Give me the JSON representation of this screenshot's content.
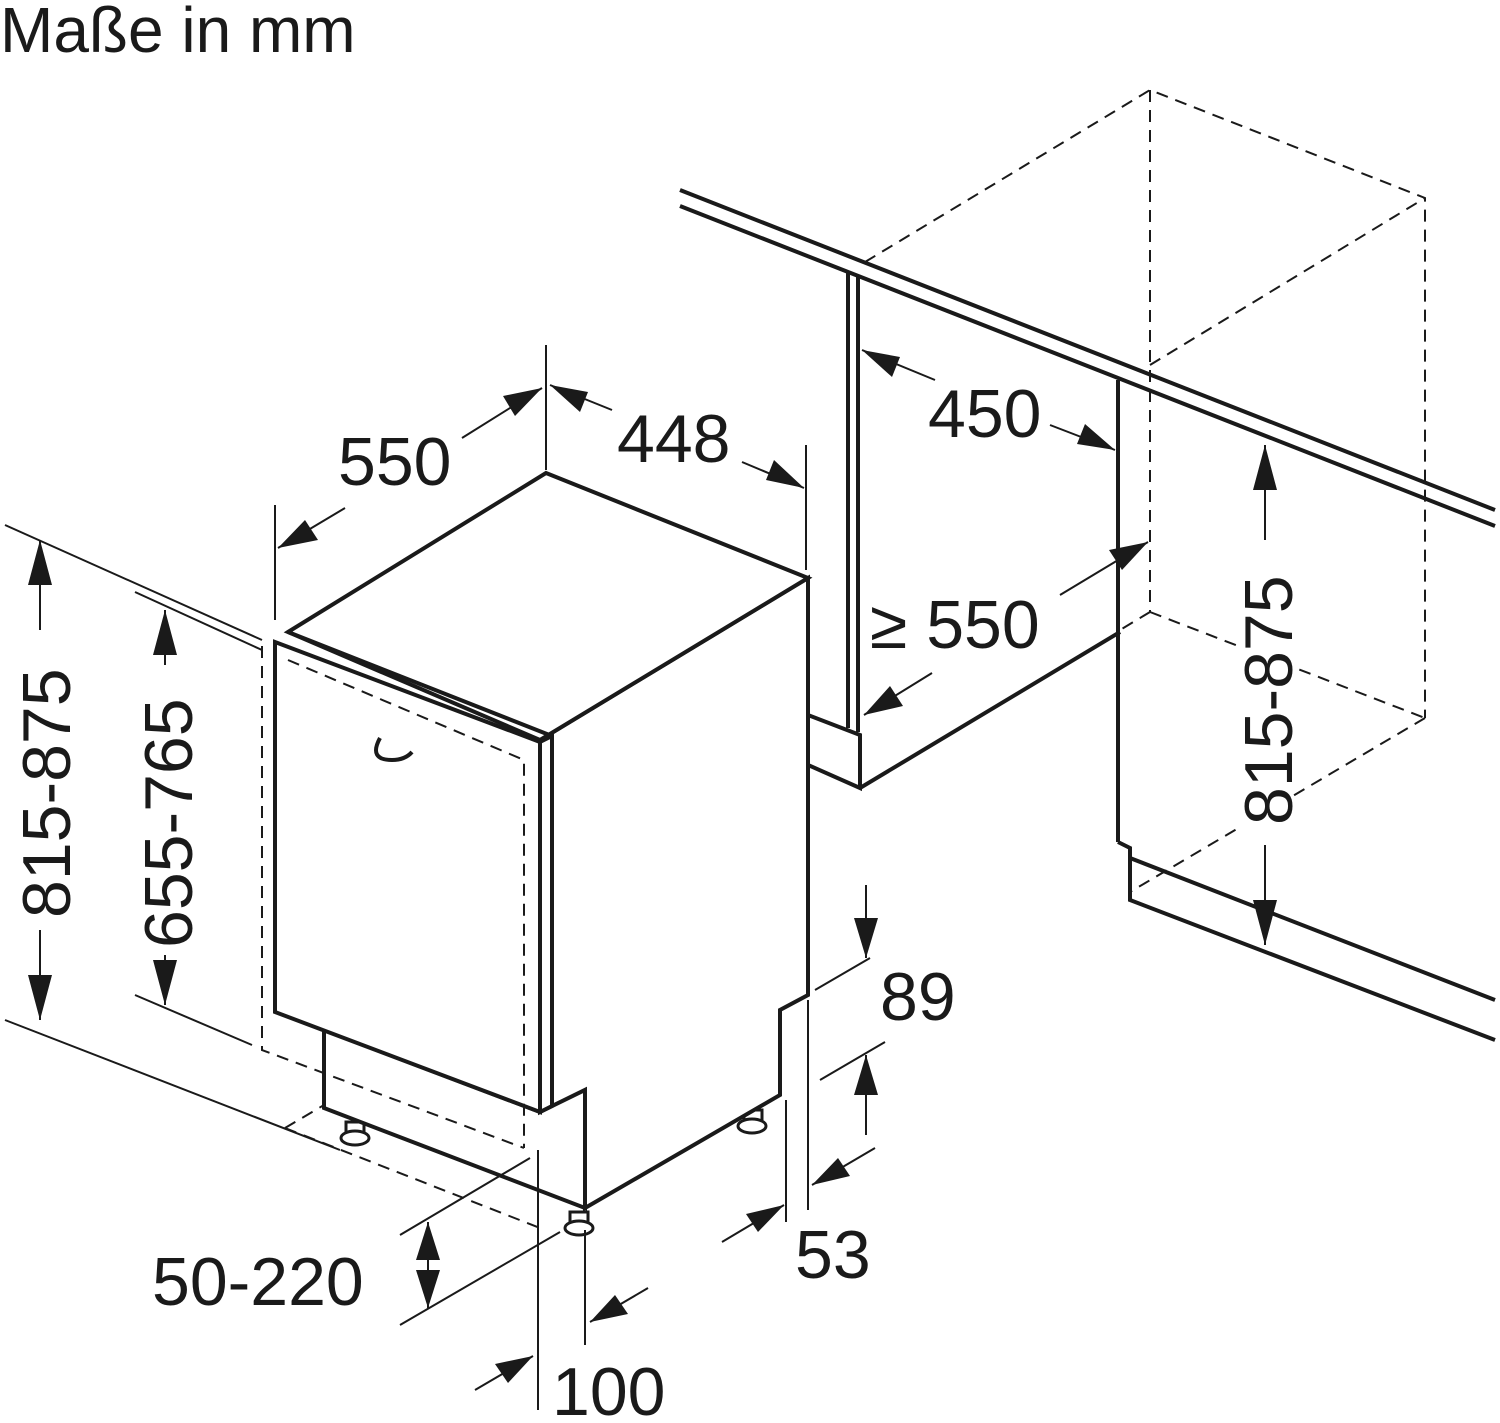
{
  "title": "Maße in mm",
  "dimensions": {
    "device_depth": "550",
    "device_width": "448",
    "niche_width": "450",
    "niche_depth": "≥ 550",
    "niche_height": "815-875",
    "device_height": "815-875",
    "door_height": "655-765",
    "plinth_top": "89",
    "plinth_bottom": "53",
    "plinth_height": "50-220",
    "foot_offset": "100"
  }
}
